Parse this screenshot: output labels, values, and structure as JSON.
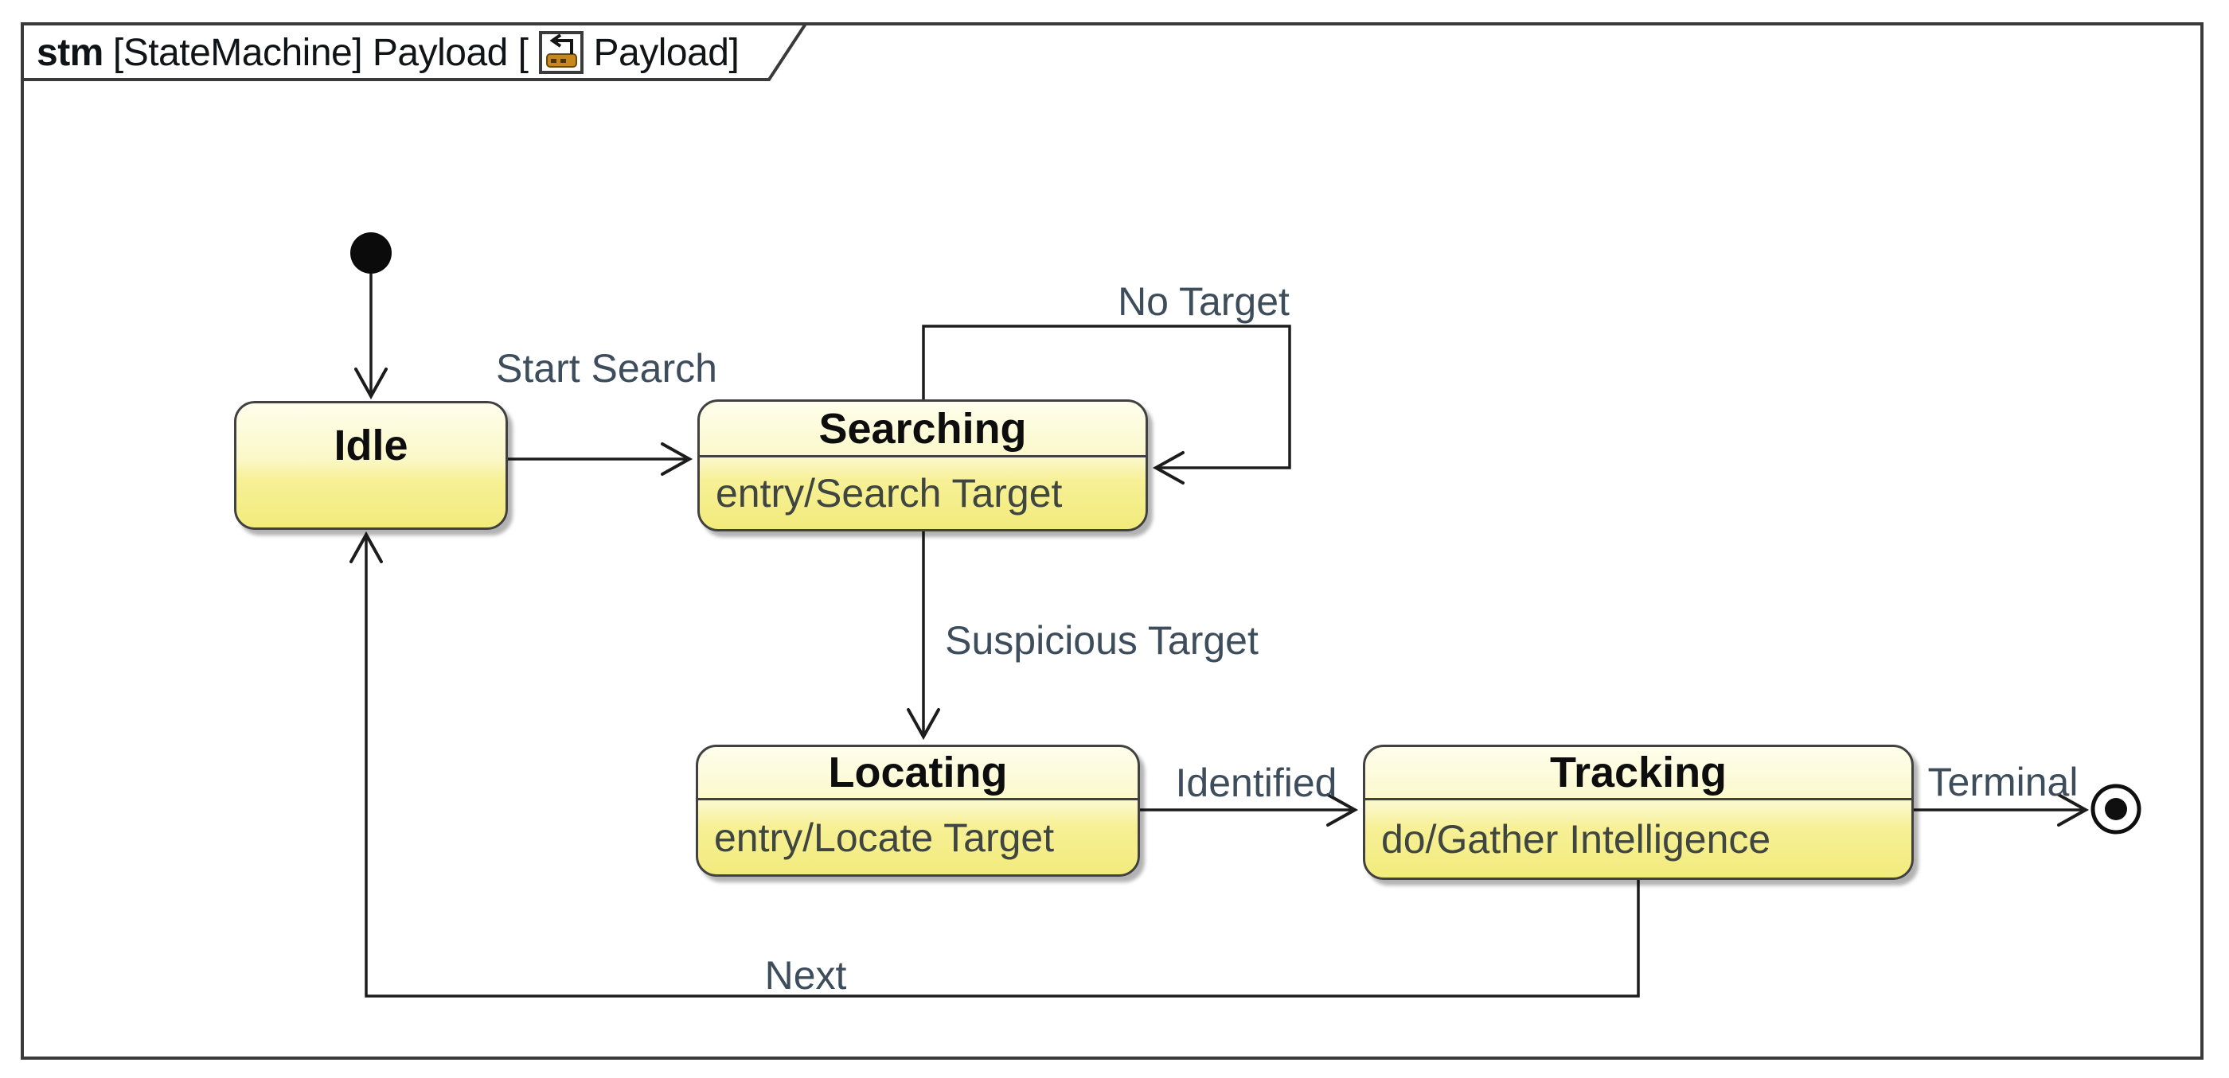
{
  "frame": {
    "keyword": "stm",
    "title_before_icon": "[StateMachine] Payload [",
    "title_after_icon": "Payload]",
    "icon": "state-machine-diagram-icon"
  },
  "states": {
    "idle": {
      "name": "Idle"
    },
    "searching": {
      "name": "Searching",
      "activity": "entry/Search Target"
    },
    "locating": {
      "name": "Locating",
      "activity": "entry/Locate Target"
    },
    "tracking": {
      "name": "Tracking",
      "activity": "do/Gather Intelligence"
    }
  },
  "pseudostates": {
    "initial": {
      "kind": "initial"
    },
    "final": {
      "kind": "final"
    }
  },
  "transitions": {
    "initial_to_idle": {
      "label": "",
      "from": "Initial",
      "to": "Idle"
    },
    "start_search": {
      "label": "Start Search",
      "from": "Idle",
      "to": "Searching"
    },
    "no_target": {
      "label": "No Target",
      "from": "Searching",
      "to": "Searching"
    },
    "suspicious_target": {
      "label": "Suspicious Target",
      "from": "Searching",
      "to": "Locating"
    },
    "identified": {
      "label": "Identified",
      "from": "Locating",
      "to": "Tracking"
    },
    "terminal": {
      "label": "Terminal",
      "from": "Tracking",
      "to": "Final"
    },
    "next": {
      "label": "Next",
      "from": "Tracking",
      "to": "Idle"
    }
  },
  "colors": {
    "background": "#FFFFFF",
    "frame_border": "#3A3A3A",
    "state_border": "#414141",
    "state_fill_top": "#FEFEEC",
    "state_fill_bottom": "#F2EB7C",
    "state_title_text": "#0D0D0D",
    "state_body_text": "#3F4540",
    "transition_line": "#1C1C1C",
    "transition_label_text": "#3E4D5C",
    "icon_amber": "#C8871E"
  }
}
